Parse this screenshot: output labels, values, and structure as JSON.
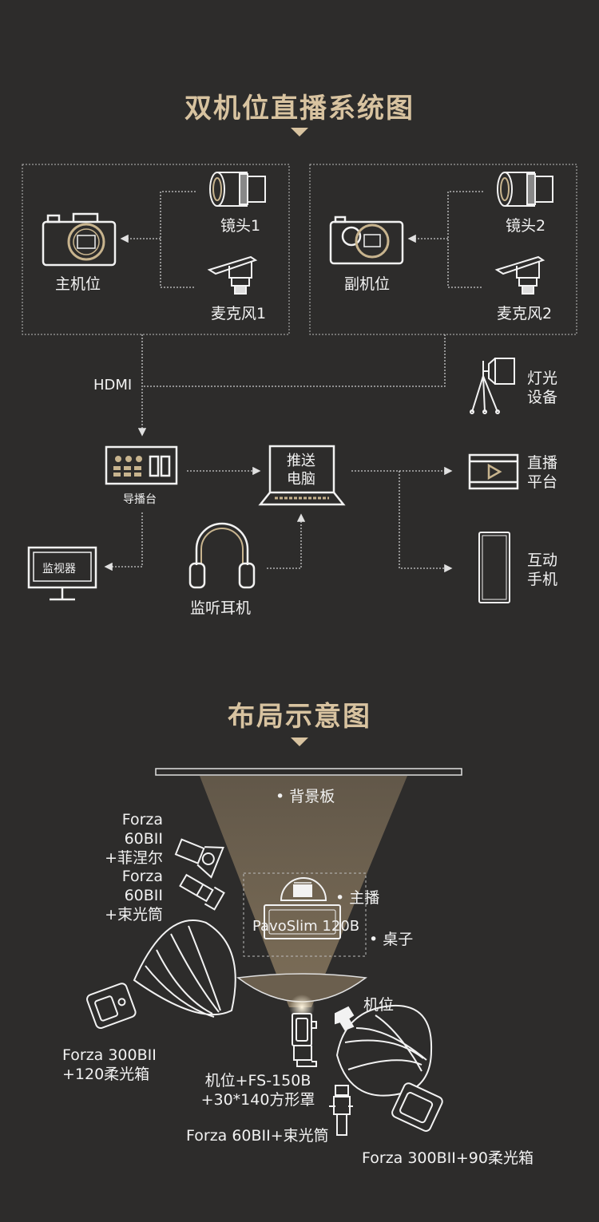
{
  "system_title": "双机位直播系统图",
  "main_camera": {
    "label": "主机位",
    "lens": "镜头1",
    "mic": "麦克风1"
  },
  "sub_camera": {
    "label": "副机位",
    "lens": "镜头2",
    "mic": "麦克风2"
  },
  "hdmi_label": "HDMI",
  "lighting": [
    "灯光",
    "设备"
  ],
  "switcher_label": "导播台",
  "push_pc": [
    "推送",
    "电脑"
  ],
  "live_platform": [
    "直播",
    "平台"
  ],
  "interactive_phone": [
    "互动",
    "手机"
  ],
  "monitor_label": "监视器",
  "headphones_label": "监听耳机",
  "layout_title": "布局示意图",
  "backdrop_label": "• 背景板",
  "host_label": "• 主播",
  "table_label": "• 桌子",
  "pavoslim_label": "PavoSlim 120B",
  "camera_label": "机位",
  "light1": [
    "Forza 60BII",
    "+菲涅尔"
  ],
  "light2": [
    "Forza 60BII",
    "+束光筒"
  ],
  "light3": [
    "Forza 300BII",
    "+120柔光箱"
  ],
  "light4": [
    "机位+FS-150B",
    "+30*140方形罩"
  ],
  "light5": "Forza 60BII+束光筒",
  "light6": "Forza 300BII+90柔光箱",
  "colors": {
    "background": "#2d2c2b",
    "accent": "#d8c3a0",
    "line": "#cfcfcf"
  }
}
